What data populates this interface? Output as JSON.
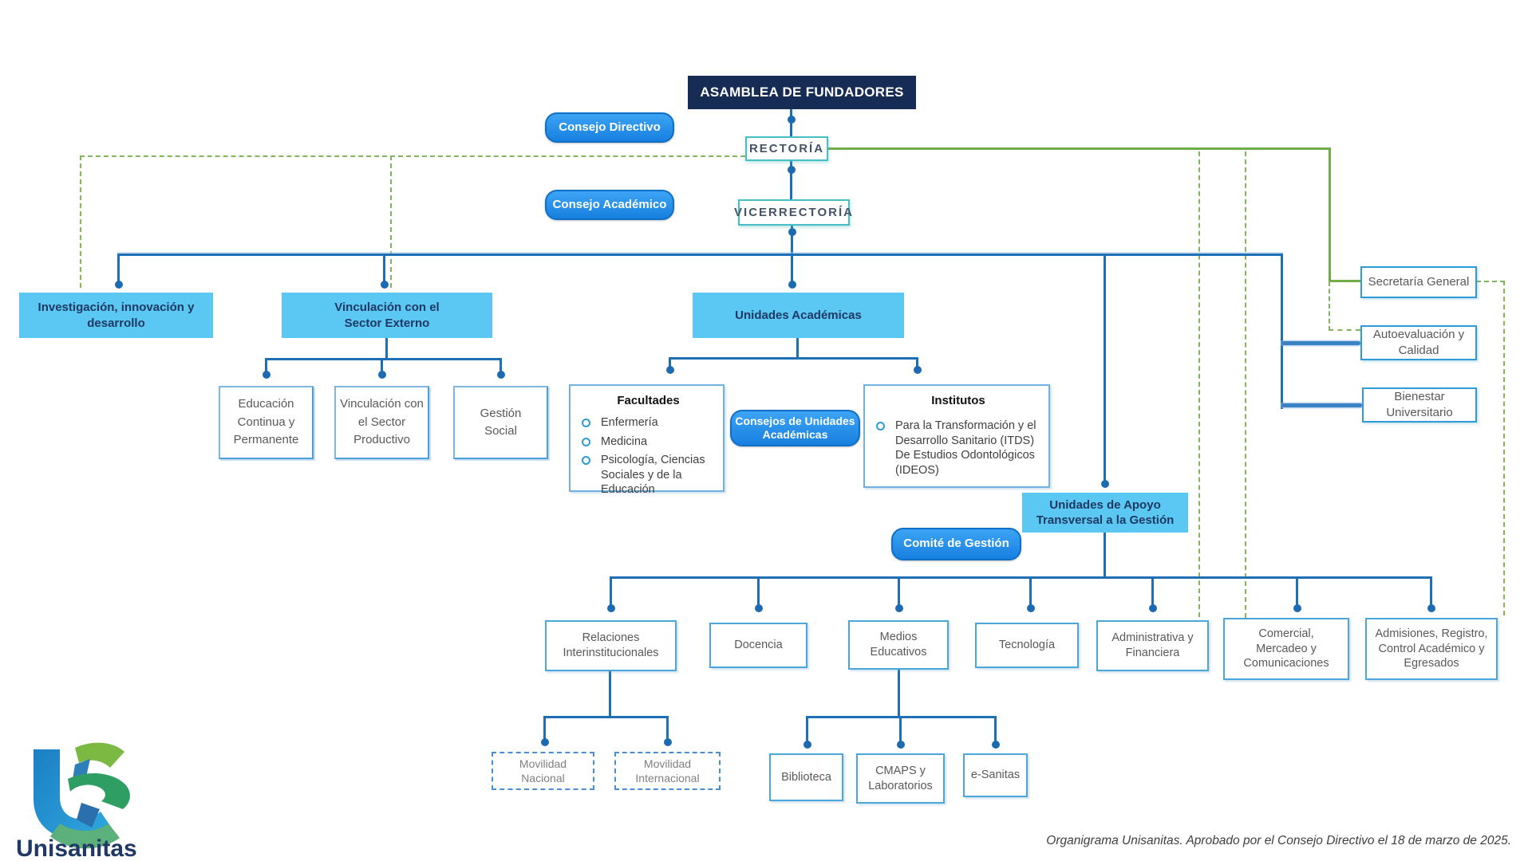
{
  "org": {
    "asamblea": "ASAMBLEA DE FUNDADORES",
    "consejo_directivo": "Consejo Directivo",
    "rectoria": "RECTORÍA",
    "consejo_academico": "Consejo Académico",
    "vicerrectoria": "VICERRECTORÍA",
    "investigacion": "Investigación, innovación y desarrollo",
    "vinculacion_externo": "Vinculación con el Sector Externo",
    "unidades_academicas": "Unidades Académicas",
    "secretaria_general": "Secretaría General",
    "autoevaluacion": "Autoevaluación y Calidad",
    "bienestar": "Bienestar Universitario",
    "educacion_continua": "Educación Continua y Permanente",
    "sector_productivo": "Vinculación con el Sector Productivo",
    "gestion_social": "Gestión Social",
    "facultades": {
      "title": "Facultades",
      "items": [
        "Enfermería",
        "Medicina",
        "Psicología, Ciencias Sociales y de la Educación"
      ]
    },
    "consejos_unidades": "Consejos de Unidades Académicas",
    "institutos": {
      "title": "Institutos",
      "items": [
        "Para la Transformación y el Desarrollo Sanitario (ITDS) De Estudios Odontológicos (IDEOS)"
      ]
    },
    "unidades_apoyo": "Unidades de Apoyo Transversal a la Gestión",
    "comite_gestion": "Comité de Gestión",
    "relaciones": "Relaciones Interinstitucionales",
    "docencia": "Docencia",
    "medios_educativos": "Medios Educativos",
    "tecnologia": "Tecnología",
    "administrativa": "Administrativa y Financiera",
    "comercial": "Comercial, Mercadeo y Comunicaciones",
    "admisiones": "Admisiones, Registro, Control Académico y Egresados",
    "movilidad_nacional": "Movilidad Nacional",
    "movilidad_internacional": "Movilidad Internacional",
    "biblioteca": "Biblioteca",
    "cmaps": "CMAPS y Laboratorios",
    "esanitas": "e-Sanitas"
  },
  "footer": {
    "caption": "Organigrama Unisanitas. Aprobado por el Consejo Directivo el 18 de marzo de 2025."
  },
  "logo": {
    "wordmark": "Unisanitas"
  },
  "colors": {
    "navy": "#172C55",
    "sky": "#5AC8F2",
    "button_blue": "#1E8FEF",
    "line_blue": "#1F6FB5",
    "green": "#70AC47",
    "teal": "#45BFC4",
    "border_blue": "#2E9BD6"
  }
}
